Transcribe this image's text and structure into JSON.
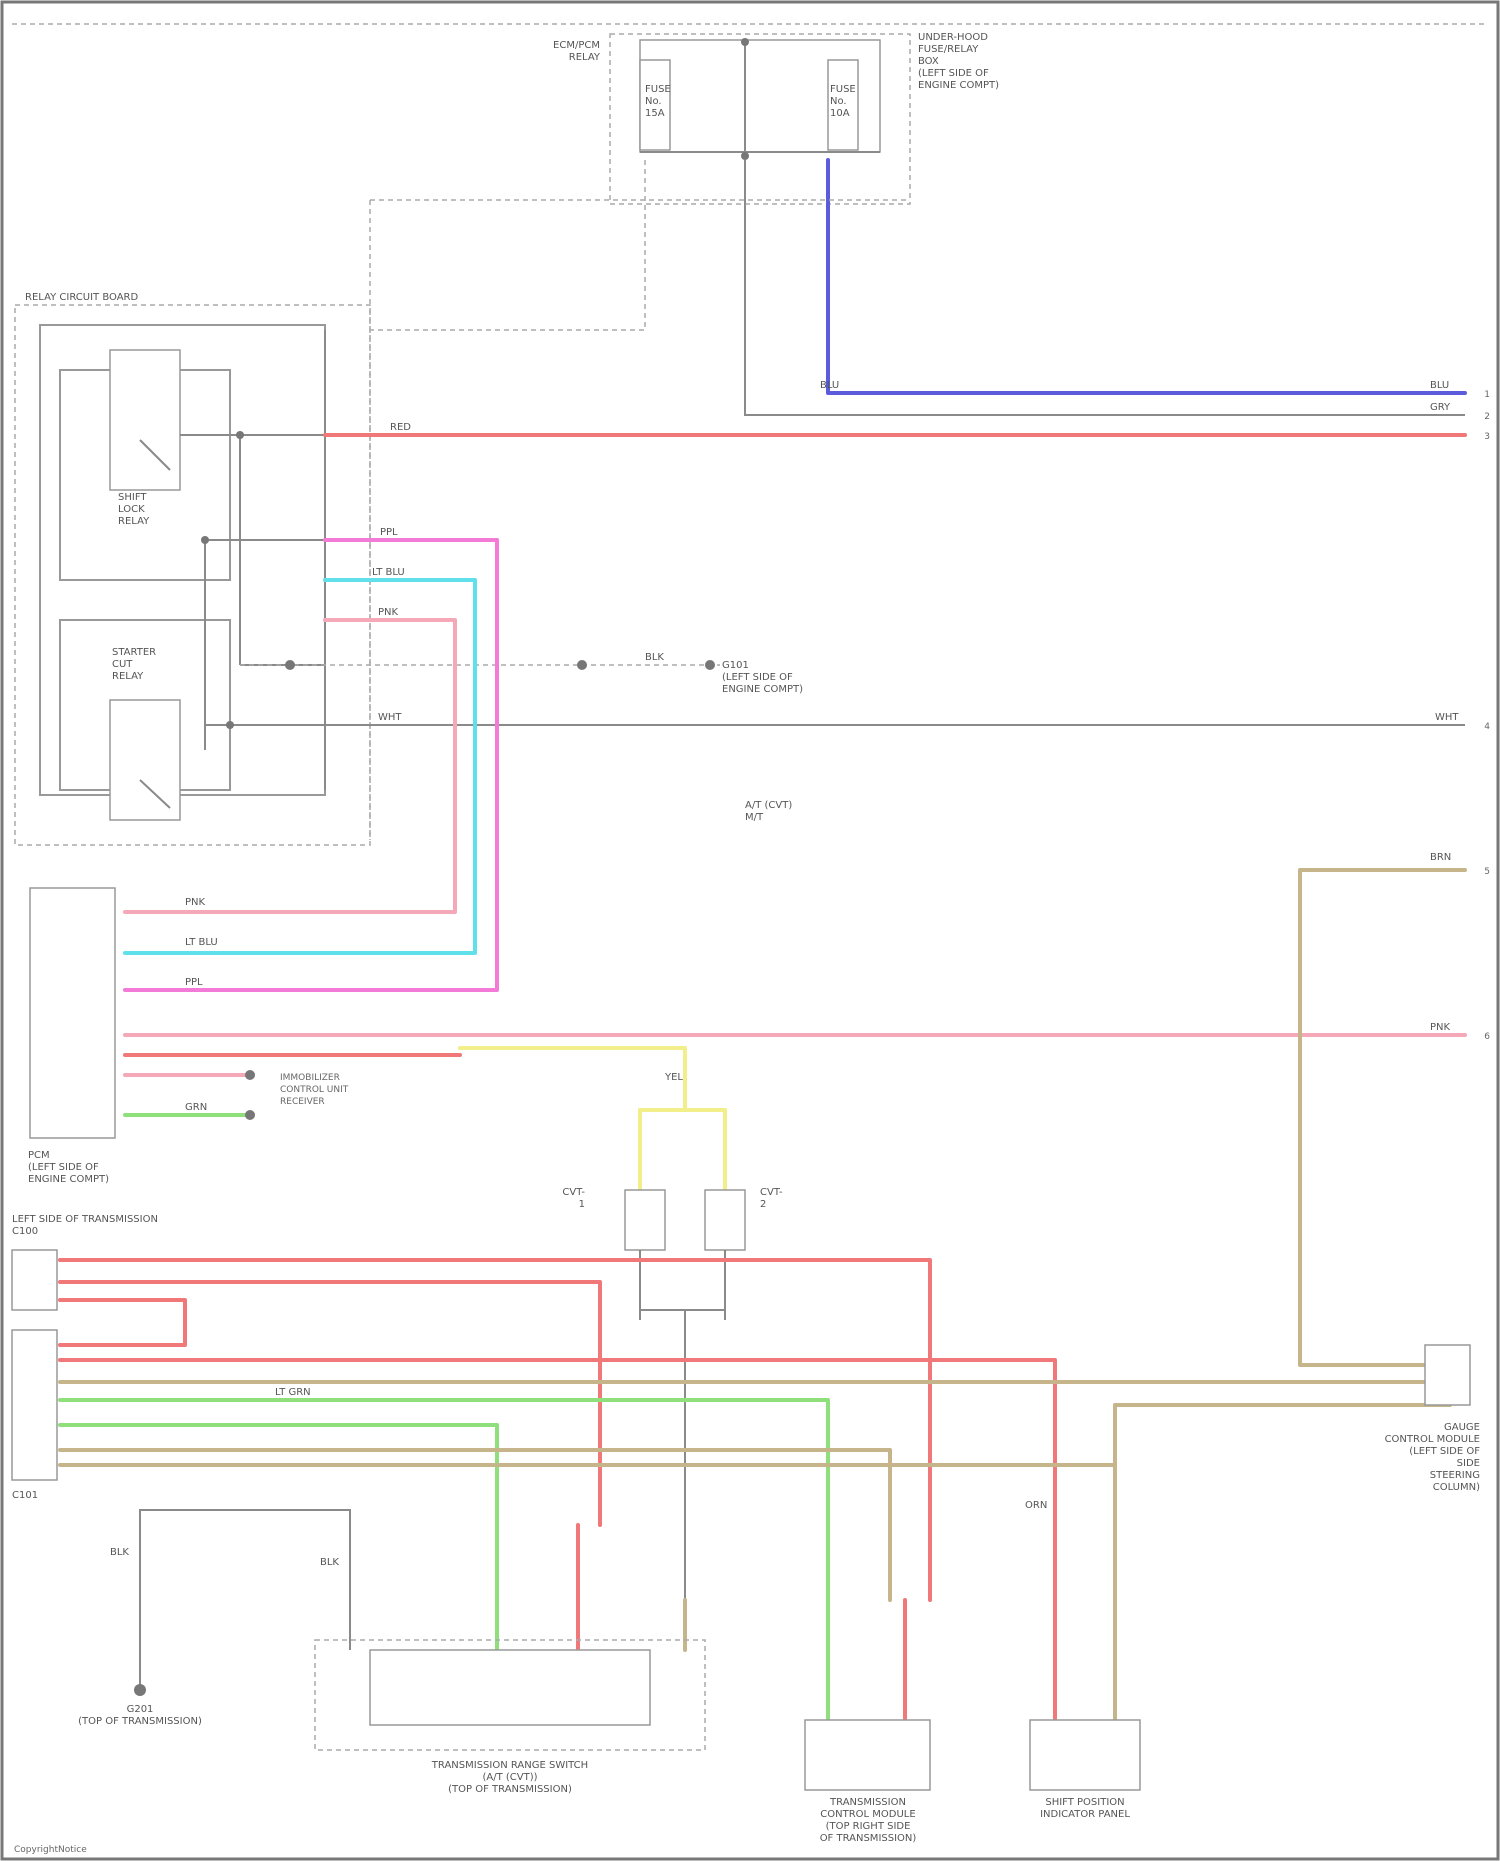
{
  "components": {
    "ecm_relay": {
      "lines": [
        "ECM/PCM",
        "RELAY"
      ]
    },
    "fuse_box": {
      "lines": [
        "UNDER-HOOD",
        "FUSE/RELAY",
        "BOX",
        "(LEFT SIDE OF",
        "ENGINE COMPT)"
      ]
    },
    "relay_block_left": {
      "lines": [
        "RELAY CIRCUIT BOARD"
      ]
    },
    "fuse_a": {
      "lines": [
        "FUSE",
        "No.",
        "15A"
      ]
    },
    "fuse_b": {
      "lines": [
        "FUSE",
        "No.",
        "10A"
      ]
    },
    "relay_shift_lock": {
      "lines": [
        "SHIFT",
        "LOCK",
        "RELAY"
      ]
    },
    "relay_starter": {
      "lines": [
        "STARTER",
        "CUT",
        "RELAY"
      ]
    },
    "g101_note": {
      "lines": [
        "G101",
        "(LEFT SIDE OF",
        "ENGINE COMPT)"
      ]
    },
    "legend": {
      "lines": [
        "A/T (CVT)",
        "M/T"
      ]
    },
    "pcm": {
      "lines": [
        "PCM",
        "(LEFT SIDE OF",
        "ENGINE COMPT)"
      ]
    },
    "immobilizer_note": {
      "lines": [
        "IMMOBILIZER",
        "CONTROL UNIT",
        "RECEIVER"
      ]
    },
    "transmission_connector": {
      "lines": [
        "LEFT SIDE OF TRANSMISSION",
        "C100"
      ]
    },
    "tcm_connector": {
      "lines": [
        "C101"
      ]
    },
    "ground": {
      "lines": [
        "G201",
        "(TOP OF TRANSMISSION)"
      ]
    },
    "range_switch": {
      "lines": [
        "TRANSMISSION RANGE SWITCH",
        "(A/T (CVT))",
        "(TOP OF TRANSMISSION)"
      ]
    },
    "tcm": {
      "lines": [
        "TRANSMISSION",
        "CONTROL MODULE",
        "(TOP RIGHT SIDE",
        "OF TRANSMISSION)"
      ]
    },
    "shift_indicator": {
      "lines": [
        "SHIFT POSITION",
        "INDICATOR PANEL"
      ]
    },
    "gauge_control": {
      "lines": [
        "GAUGE",
        "CONTROL MODULE",
        "(LEFT SIDE OF",
        "SIDE",
        "STEERING",
        "COLUMN)"
      ]
    },
    "pnp_a": {
      "lines": [
        "CVT-",
        "1"
      ]
    },
    "pnp_b": {
      "lines": [
        "CVT-",
        "2"
      ]
    }
  },
  "wire_labels": {
    "blu": "BLU",
    "gry": "GRY",
    "pnk": "PNK",
    "red": "RED",
    "ppl": "PPL",
    "ltblu": "LT BLU",
    "wht": "WHT",
    "blk": "BLK",
    "yel": "YEL",
    "grn": "GRN",
    "brn": "BRN",
    "ltgrn": "LT GRN",
    "orn": "ORN"
  },
  "edge_pins": [
    "1",
    "2",
    "3",
    "4",
    "5",
    "6"
  ],
  "footer": "CopyrightNotice"
}
